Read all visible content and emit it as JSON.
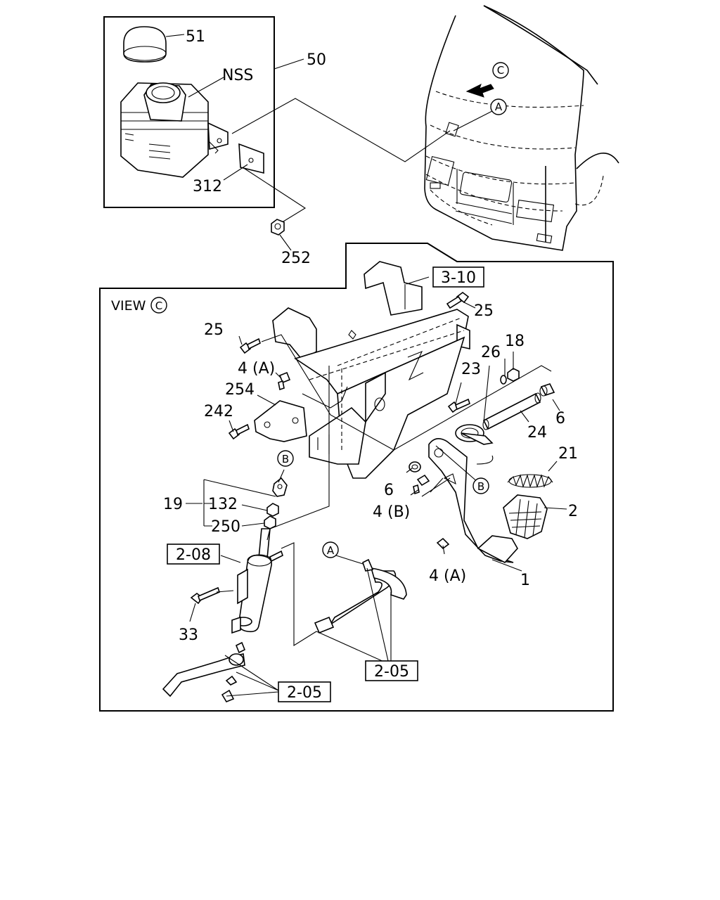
{
  "labels": {
    "p51": "51",
    "p50": "50",
    "nss": "NSS",
    "p312": "312",
    "p252": "252",
    "ref_3_10": "3-10",
    "view": "VIEW",
    "view_c": "C",
    "cab_c": "C",
    "cab_a": "A",
    "p25a": "25",
    "p25b": "25",
    "p4a_top": "4 (A)",
    "p254": "254",
    "p242": "242",
    "p26": "26",
    "p18": "18",
    "p23": "23",
    "p6_right": "6",
    "p24": "24",
    "p21": "21",
    "p2": "2",
    "p6_mid": "6",
    "p4b": "4 (B)",
    "circle_b_right": "B",
    "circle_b_left": "B",
    "p19": "19",
    "p132": "132",
    "p250": "250",
    "ref_2_08": "2-08",
    "circle_a_low": "A",
    "p4a_low": "4 (A)",
    "p1": "1",
    "p33": "33",
    "ref_2_05_right": "2-05",
    "ref_2_05_left": "2-05"
  }
}
